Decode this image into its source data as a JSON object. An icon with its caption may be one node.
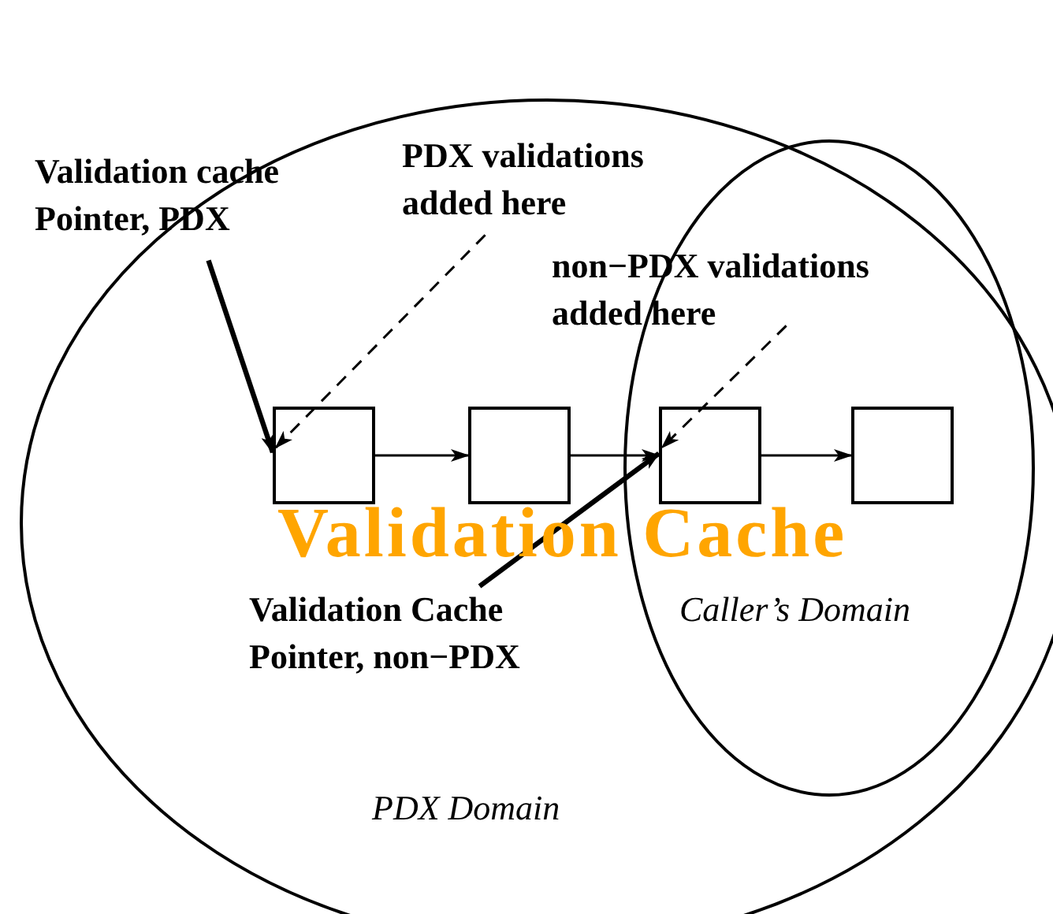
{
  "diagram": {
    "nodes": [
      {
        "text": [
          "PDX Domain"
        ]
      },
      {
        "text": [
          "Caller’s Domain"
        ],
        "in": 0
      },
      {
        "text": [
          "Validation cache Pointer, PDX"
        ]
      },
      {
        "text": [
          "PDX validations added here"
        ],
        "in": 0
      },
      {
        "text": [
          "non−PDX validations added here"
        ],
        "in": 0
      },
      {
        "text": [],
        "shape": "box",
        "in": 0
      },
      {
        "text": [],
        "shape": "box",
        "in": 0
      },
      {
        "text": [],
        "shape": "box",
        "in": 1
      },
      {
        "text": [],
        "shape": "box",
        "in": 1
      },
      {
        "text": [
          "Validation Cache Pointer, non−PDX"
        ],
        "in": 0
      }
    ],
    "edges": [
      {
        "from": 2,
        "to": 5,
        "arrow": "to",
        "style": "thick"
      },
      {
        "from": 3,
        "to": 5,
        "arrow": "to",
        "style": "dashed"
      },
      {
        "from": 5,
        "to": 6,
        "arrow": "to"
      },
      {
        "from": 6,
        "to": 7,
        "arrow": "to"
      },
      {
        "from": 7,
        "to": 8,
        "arrow": "to"
      },
      {
        "from": 4,
        "to": 7,
        "arrow": "to",
        "style": "dashed"
      },
      {
        "from": 9,
        "to": 7,
        "arrow": "to",
        "style": "thick"
      }
    ],
    "labels": [
      "Validation Cache"
    ]
  }
}
